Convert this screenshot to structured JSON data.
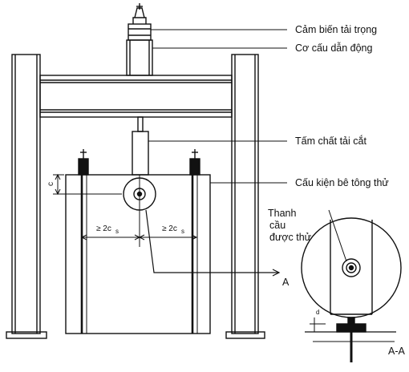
{
  "labels": {
    "load_sensor": "Cảm biến tải trọng",
    "actuator": "Cơ cấu dẫn động",
    "shear_plate": "Tấm chất tải cắt",
    "concrete_specimen": "Cấu kiện bê tông thử",
    "tested_bar_line1": "Thanh",
    "tested_bar_line2": "cầu",
    "tested_bar_line3": "được thử",
    "section_marker": "A",
    "section_title": "A-A"
  },
  "dimensions": {
    "dim_c_left": "≥ 2c",
    "dim_c_right": "≥ 2c",
    "subscript": "s",
    "c_label": "c",
    "d_label": "d"
  },
  "colors": {
    "line": "#111111",
    "background": "#ffffff"
  }
}
